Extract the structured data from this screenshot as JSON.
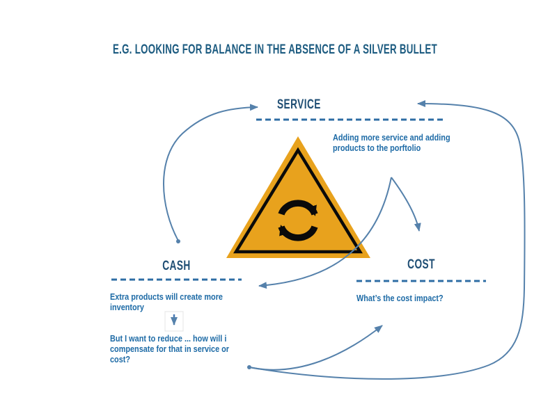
{
  "title": "E.G. LOOKING FOR BALANCE IN THE ABSENCE OF A SILVER BULLET",
  "nodes": {
    "service": {
      "label": "SERVICE",
      "note": "Adding more service and adding products to the porftolio"
    },
    "cash": {
      "label": "CASH",
      "note_top": "Extra products will create more inventory",
      "note_bottom": "But I want to reduce ... how will i compensate for that in service or cost?"
    },
    "cost": {
      "label": "COST",
      "note": "What’s the cost impact?"
    }
  },
  "icons": {
    "center": "warning-triangle-with-cycle-arrows-icon",
    "cash_step": "down-arrow-icon"
  },
  "colors": {
    "title_blue": "#1c5b80",
    "label_blue": "#1f4e74",
    "body_blue": "#1e6ba6",
    "arrow_blue": "#5581ab",
    "underline_blue": "#2e6da4",
    "triangle_orange": "#e8a21d",
    "icon_black": "#0a0a0a",
    "background": "#ffffff"
  }
}
